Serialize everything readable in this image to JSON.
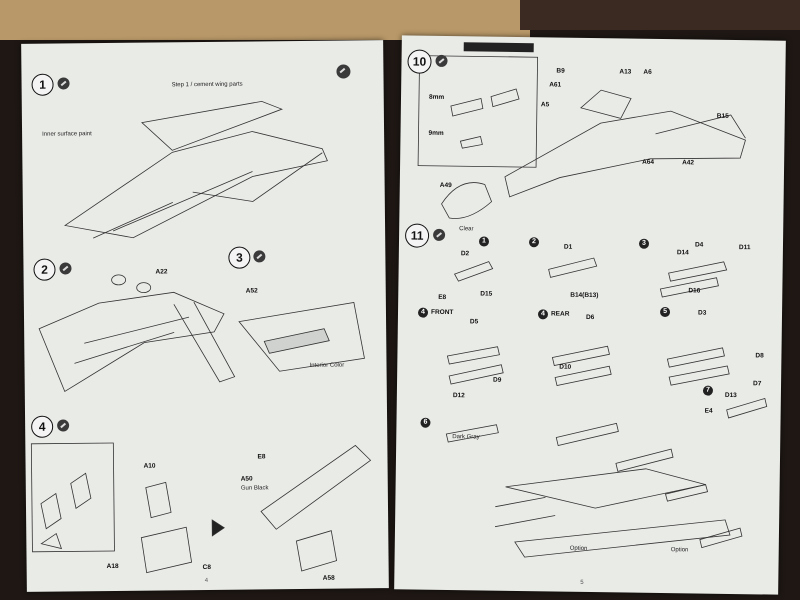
{
  "photo": {
    "subject": "Aircraft model kit instruction booklet open on table"
  },
  "left_page": {
    "steps": [
      {
        "number": "1"
      },
      {
        "number": "2"
      },
      {
        "number": "3"
      },
      {
        "number": "4"
      }
    ],
    "labels": {
      "s1_top": "Step 1 / cement wing parts",
      "s1_mid": "Inner surface paint",
      "s2_a": "A22",
      "s3_a": "A52",
      "s3_b": "Interior Color",
      "s4_a10": "A10",
      "s4_a18": "A18",
      "s4_c8": "C8",
      "s4_e8": "E8",
      "s4_a50": "A50",
      "s4_a58": "A58",
      "s4_note": "Gun Black"
    },
    "page_number": "4"
  },
  "right_page": {
    "steps": [
      {
        "number": "10"
      },
      {
        "number": "11"
      }
    ],
    "labels": {
      "s10_b9": "B9",
      "s10_a13": "A13",
      "s10_a6": "A6",
      "s10_a61": "A61",
      "s10_a5": "A5",
      "s10_b15": "B15",
      "s10_a64": "A64",
      "s10_a42": "A42",
      "s10_a49": "A49",
      "s10_8mm": "8mm",
      "s10_9mm": "9mm",
      "s10_canopy": "Clear",
      "s11_d2": "D2",
      "s11_d1": "D1",
      "s11_d4": "D4",
      "s11_d11": "D11",
      "s11_d14": "D14",
      "s11_e8": "E8",
      "s11_d15": "D15",
      "s11_b14": "B14(B13)",
      "s11_d16": "D16",
      "s11_front": "FRONT",
      "s11_rear": "REAR",
      "s11_d5": "D5",
      "s11_d3": "D3",
      "s11_d6": "D6",
      "s11_d8": "D8",
      "s11_d9": "D9",
      "s11_d10": "D10",
      "s11_d12": "D12",
      "s11_d13": "D13",
      "s11_d7": "D7",
      "s11_e4": "E4",
      "s11_gray": "Dark Gray",
      "s11_option": "Option"
    },
    "sub_numbers": [
      "1",
      "2",
      "3",
      "4",
      "4",
      "5",
      "6",
      "7"
    ],
    "page_number": "5"
  }
}
